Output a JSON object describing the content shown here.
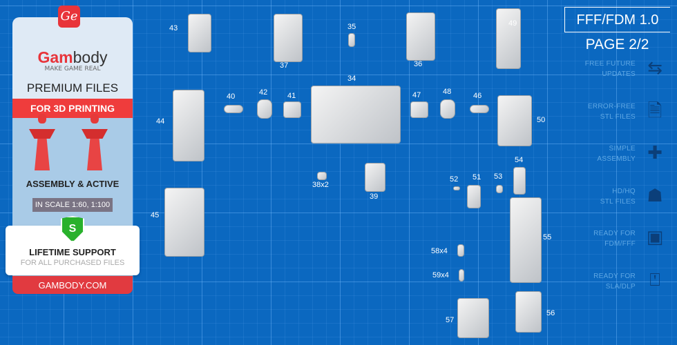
{
  "promo": {
    "logo_mark": "Ge",
    "brand_1": "Gam",
    "brand_2": "body",
    "slogan": "MAKE GAME REAL",
    "premium": "PREMIUM FILES",
    "for3d": "FOR 3D PRINTING",
    "assembly": "ASSEMBLY & ACTIVE",
    "scale": "IN SCALE 1:60, 1:100",
    "shield_letter": "S",
    "lifetime": "LIFETIME SUPPORT",
    "all_files": "FOR ALL PURCHASED FILES",
    "site": "GAMBODY.COM"
  },
  "header": {
    "version": "FFF/FDM 1.0",
    "page": "PAGE 2/2"
  },
  "features": [
    {
      "l1": "FREE FUTURE",
      "l2": "UPDATES",
      "icon": "updates-icon",
      "glyph": "⇆"
    },
    {
      "l1": "ERROR-FREE",
      "l2": "STL FILES",
      "icon": "file-check-icon",
      "glyph": "🗎"
    },
    {
      "l1": "SIMPLE",
      "l2": "ASSEMBLY",
      "icon": "puzzle-icon",
      "glyph": "✚"
    },
    {
      "l1": "HD/HQ",
      "l2": "STL FILES",
      "icon": "figure-icon",
      "glyph": "☗"
    },
    {
      "l1": "READY FOR",
      "l2": "FDM/FFF",
      "icon": "fdm-printer-icon",
      "glyph": "▣"
    },
    {
      "l1": "READY FOR",
      "l2": "SLA/DLP",
      "icon": "sla-printer-icon",
      "glyph": "⍞"
    }
  ],
  "parts": [
    "43",
    "37",
    "35",
    "36",
    "49",
    "34",
    "40",
    "42",
    "41",
    "47",
    "48",
    "46",
    "44",
    "50",
    "54",
    "52",
    "51",
    "53",
    "38x2",
    "39",
    "45",
    "55",
    "58x4",
    "59x4",
    "57",
    "56"
  ]
}
